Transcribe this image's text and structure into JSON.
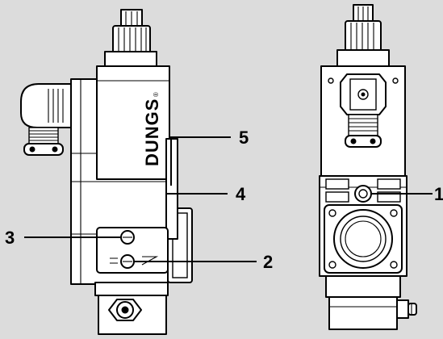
{
  "diagram": {
    "brand_text": "DUNGS",
    "brand_mark": "®",
    "callouts": [
      {
        "id": "callout-1",
        "label": "1"
      },
      {
        "id": "callout-2",
        "label": "2"
      },
      {
        "id": "callout-3",
        "label": "3"
      },
      {
        "id": "callout-4",
        "label": "4"
      },
      {
        "id": "callout-5",
        "label": "5"
      }
    ]
  },
  "colors": {
    "background": "#dcdcdc",
    "line": "#000000",
    "fill": "#ffffff"
  }
}
